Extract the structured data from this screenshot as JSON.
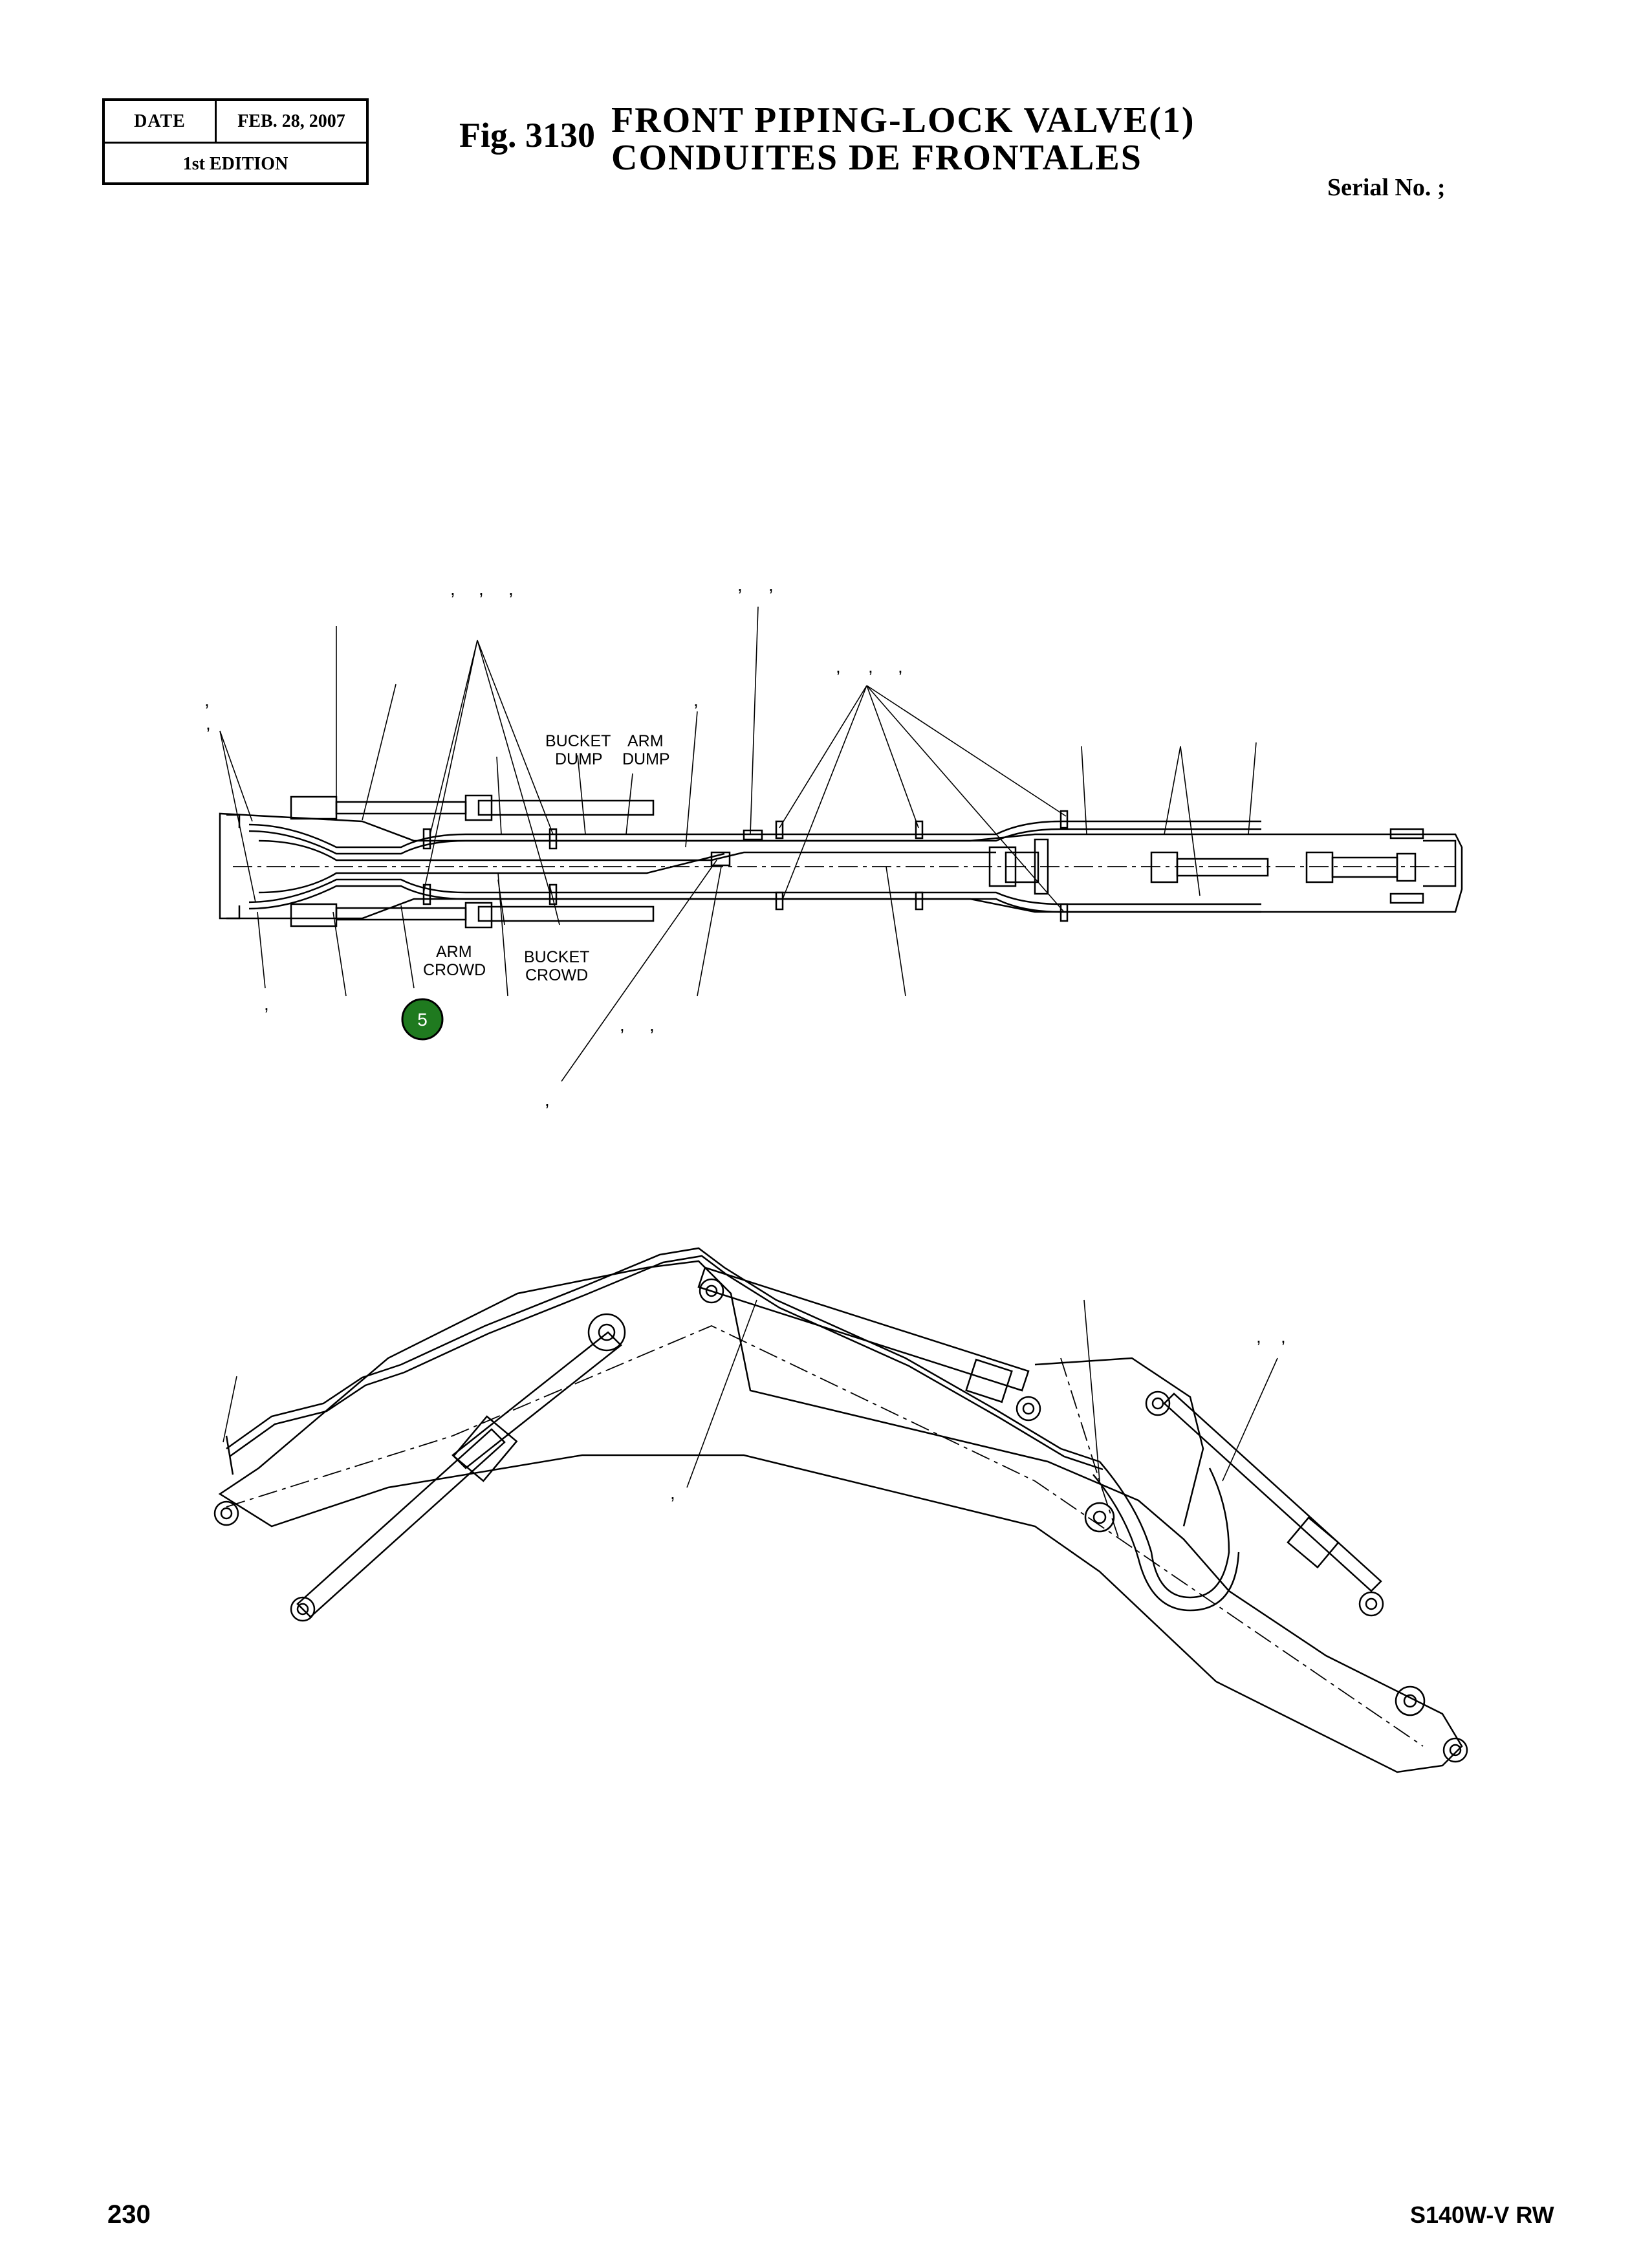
{
  "header": {
    "date_label": "DATE",
    "date_value": "FEB. 28, 2007",
    "edition": "1st EDITION",
    "fig_number": "Fig. 3130",
    "title_en": "FRONT PIPING-LOCK VALVE(1)",
    "title_fr": "CONDUITES DE FRONTALES",
    "serial": "Serial No. ;"
  },
  "diagram": {
    "labels": {
      "bucket_dump_1": "BUCKET",
      "bucket_dump_2": "DUMP",
      "arm_dump_1": "ARM",
      "arm_dump_2": "DUMP",
      "arm_crowd_1": "ARM",
      "arm_crowd_2": "CROWD",
      "bucket_crowd_1": "BUCKET",
      "bucket_crowd_2": "CROWD"
    },
    "callouts": [
      {
        "number": "5",
        "color": "#1f7a1f"
      }
    ],
    "tick_mark": ","
  },
  "footer": {
    "page_number": "230",
    "model": "S140W-V RW"
  }
}
